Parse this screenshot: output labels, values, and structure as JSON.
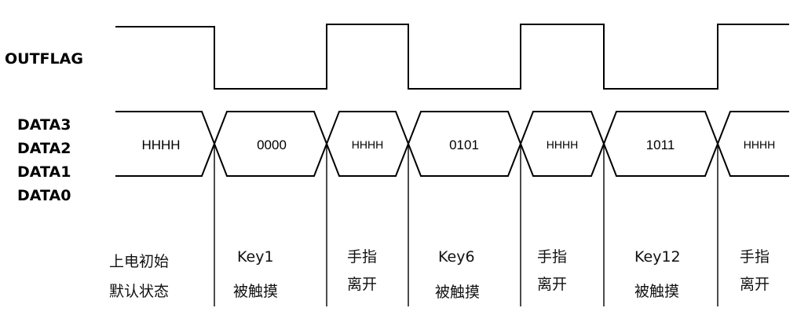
{
  "labels": {
    "outflag": "OUTFLAG",
    "data3": "DATA3",
    "data2": "DATA2",
    "data1": "DATA1",
    "data0": "DATA0"
  },
  "bus_values": [
    "HHHH",
    "0000",
    "HHHH",
    "0101",
    "HHHH",
    "1011",
    "HHHH"
  ],
  "descriptions": [
    [
      "上电初始",
      "默认状态"
    ],
    [
      "Key1",
      "被触摸"
    ],
    [
      "手指",
      "离开"
    ],
    [
      "Key6",
      "被触摸"
    ],
    [
      "手指",
      "离开"
    ],
    [
      "Key12",
      "被触摸"
    ],
    [
      "手指",
      "离开"
    ]
  ],
  "outflag_levels": [
    "high",
    "low",
    "high",
    "low",
    "high",
    "low",
    "high"
  ],
  "colors": {
    "line": "#000000",
    "background": "#ffffff"
  }
}
